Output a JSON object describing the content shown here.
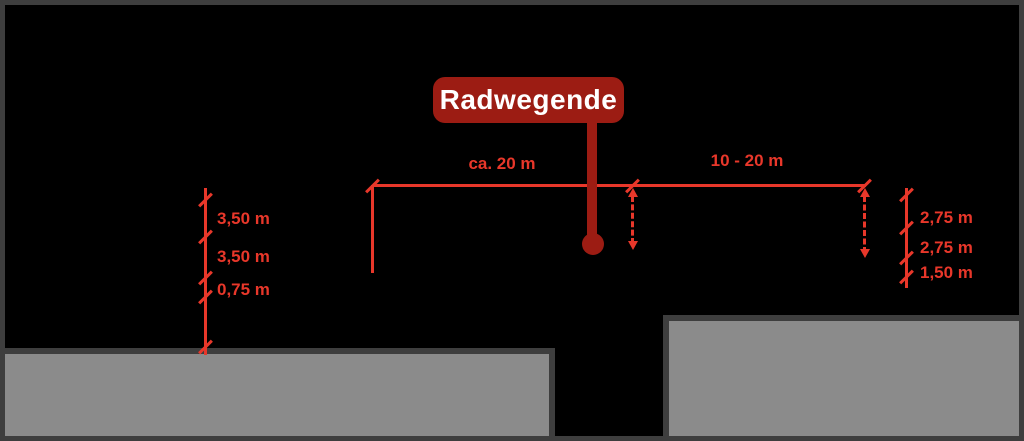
{
  "colors": {
    "background": "#000000",
    "frame_gray": "#3e3e3e",
    "block_gray": "#8b8b8b",
    "accent_red": "#e8372a",
    "sign_red": "#9c1c13",
    "sign_text": "#ffffff"
  },
  "sign": {
    "label": "Radwegende"
  },
  "dimensions": {
    "top_left": "ca. 20 m",
    "top_right": "10 - 20 m",
    "left": [
      "3,50 m",
      "3,50 m",
      "0,75 m"
    ],
    "right": [
      "2,75 m",
      "2,75 m",
      "1,50 m"
    ]
  }
}
